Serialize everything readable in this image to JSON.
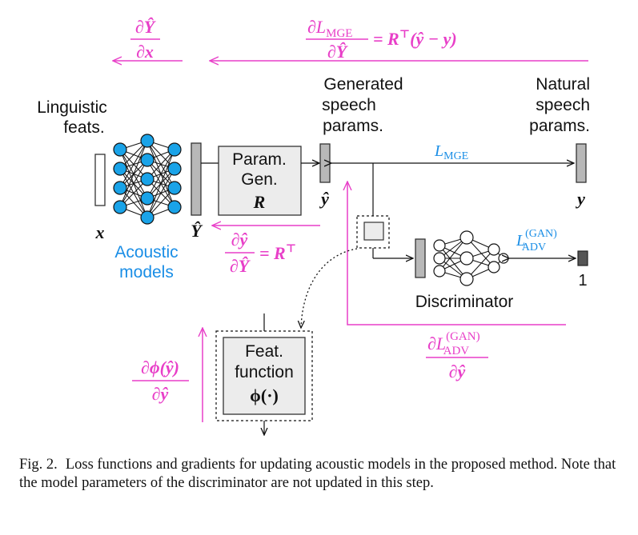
{
  "colors": {
    "gradient": "#e83fc8",
    "acoustic": "#1a8ee6",
    "node_fill": "#1aa3e8",
    "box_fill": "#ececec",
    "bar_fill": "#b8b8b8",
    "dark_fill": "#555555",
    "text": "#111111"
  },
  "labels": {
    "linguistic_line1": "Linguistic",
    "linguistic_line2": "feats.",
    "x_var": "x",
    "acoustic_line1": "Acoustic",
    "acoustic_line2": "models",
    "Y_var": "Ŷ",
    "param_gen_line1": "Param.",
    "param_gen_line2": "Gen.",
    "param_gen_R": "R",
    "generated_line1": "Generated",
    "generated_line2": "speech",
    "generated_line3": "params.",
    "y_hat_var": "ŷ",
    "natural_line1": "Natural",
    "natural_line2": "speech",
    "natural_line3": "params.",
    "y_var": "y",
    "discriminator": "Discriminator",
    "one": "1",
    "feat_line1": "Feat.",
    "feat_line2": "function",
    "feat_line3": "ϕ(·)"
  },
  "math": {
    "L_mge_italic": "L",
    "L_mge_sub": "MGE",
    "L_adv_italic": "L",
    "L_adv_sup": "(GAN)",
    "L_adv_sub": "ADV",
    "grad_dYdx_num": "∂Ŷ",
    "grad_dYdx_den": "∂x",
    "grad_dLmge_num_d": "∂L",
    "grad_dLmge_num_sub": "MGE",
    "grad_dLmge_den": "∂Ŷ",
    "grad_dLmge_rhs": "= R",
    "grad_dLmge_rhs_sup": "⊤",
    "grad_dLmge_rhs_tail": "(ŷ − y)",
    "grad_dydY_num": "∂ŷ",
    "grad_dydY_den": "∂Ŷ",
    "grad_dydY_rhs": "= R",
    "grad_dydY_rhs_sup": "⊤",
    "grad_dphi_num": "∂ϕ(ŷ)",
    "grad_dphi_den": "∂ŷ",
    "grad_dLadv_num_d": "∂L",
    "grad_dLadv_num_sup": "(GAN)",
    "grad_dLadv_num_sub": "ADV",
    "grad_dLadv_den": "∂ŷ"
  },
  "caption": {
    "label": "Fig. 2.",
    "text": "Loss functions and gradients for updating acoustic models in the proposed method. Note that the model parameters of the discriminator are not updated in this step."
  }
}
